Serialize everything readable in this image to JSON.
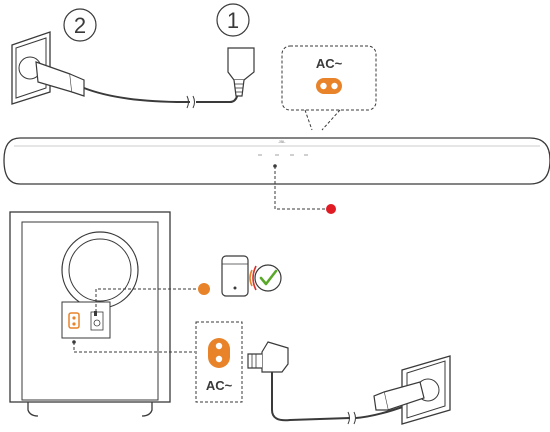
{
  "steps": {
    "step1": "1",
    "step2": "2"
  },
  "labels": {
    "ac_top": "AC~",
    "ac_bottom": "AC~",
    "soundbar_logo": "JBL"
  },
  "colors": {
    "line": "#3a3a3a",
    "orange": "#e8832a",
    "red": "#e01b24",
    "check_green": "#5aa82a",
    "wave_orange": "#e8832a",
    "wave_red": "#d9302c"
  },
  "icons": [
    "wall-outlet-icon",
    "power-plug-icon",
    "ac-socket-icon",
    "connected-check-icon",
    "subwoofer-icon"
  ]
}
